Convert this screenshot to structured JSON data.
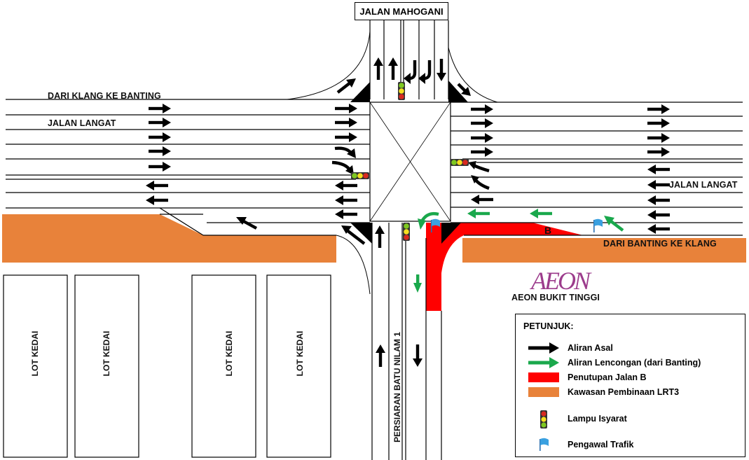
{
  "map": {
    "labels": {
      "jalan_mahogani": "JALAN MAHOGANI",
      "dari_klang_ke_banting": "DARI KLANG KE BANTING",
      "jalan_langat_west": "JALAN LANGAT",
      "jalan_langat_east": "JALAN LANGAT",
      "dari_banting_ke_klang": "DARI BANTING KE KLANG",
      "persiaran_batu_nilam_1": "PERSIARAN BATU NILAM 1",
      "closure_marker": "B",
      "aeon_logo": "AEON",
      "aeon_bukit_tinggi": "AEON BUKIT TINGGI",
      "lot_kedai": [
        "LOT KEDAI",
        "LOT KEDAI",
        "LOT KEDAI",
        "LOT KEDAI"
      ]
    },
    "legend": {
      "title": "PETUNJUK:",
      "items": [
        {
          "key": "original",
          "symbol": "black-arrow-icon",
          "label": "Aliran Asal"
        },
        {
          "key": "diversion",
          "symbol": "green-arrow-icon",
          "label": "Aliran Lencongan (dari Banting)"
        },
        {
          "key": "closure",
          "symbol": "red-box",
          "label": "Penutupan Jalan B"
        },
        {
          "key": "lrt3",
          "symbol": "orange-box",
          "label": "Kawasan Pembinaan LRT3"
        },
        {
          "key": "signal",
          "symbol": "traffic-light-icon",
          "label": "Lampu Isyarat"
        },
        {
          "key": "marshal",
          "symbol": "blue-flag-icon",
          "label": "Pengawal Trafik"
        }
      ]
    },
    "colors": {
      "original_flow": "#000000",
      "diversion_flow": "#1aa84c",
      "road_closure": "#ff0000",
      "lrt3_area": "#e8823a",
      "marshal_flag": "#3aa0e0",
      "aeon_logo": "#9c3c8c"
    }
  }
}
